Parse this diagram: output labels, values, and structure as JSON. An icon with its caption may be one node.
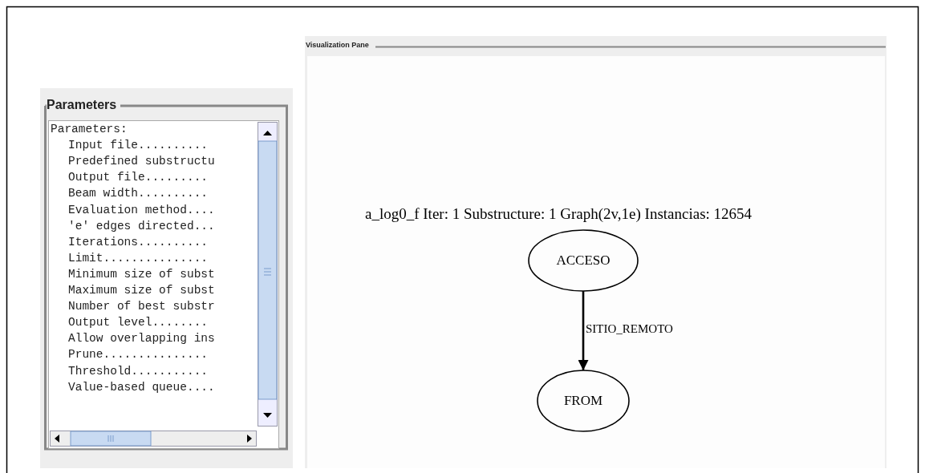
{
  "diagram": {
    "title": "a_log0_f Iter: 1 Substructure: 1 Graph(2v,1e) Instancias: 12654",
    "nodes": [
      {
        "text": [
          "ACCESO"
        ]
      },
      {
        "text": [
          "FROM"
        ]
      }
    ],
    "edges": [
      {
        "from": 0,
        "to": 1,
        "arrow": "to",
        "label": "SITIO_REMOTO"
      }
    ],
    "labels": [
      "Parameters",
      "Parameters:",
      "Input file..........",
      "Predefined substructu",
      "Output file.........",
      "Beam width..........",
      "Evaluation method....",
      "'e' edges directed...",
      "Iterations..........",
      "Limit...............",
      "Minimum size of subst",
      "Maximum size of subst",
      "Number of best substr",
      "Output level........",
      "Allow overlapping ins",
      "Prune...............",
      "Threshold...........",
      "Value-based queue....",
      "Visualization Pane"
    ]
  }
}
